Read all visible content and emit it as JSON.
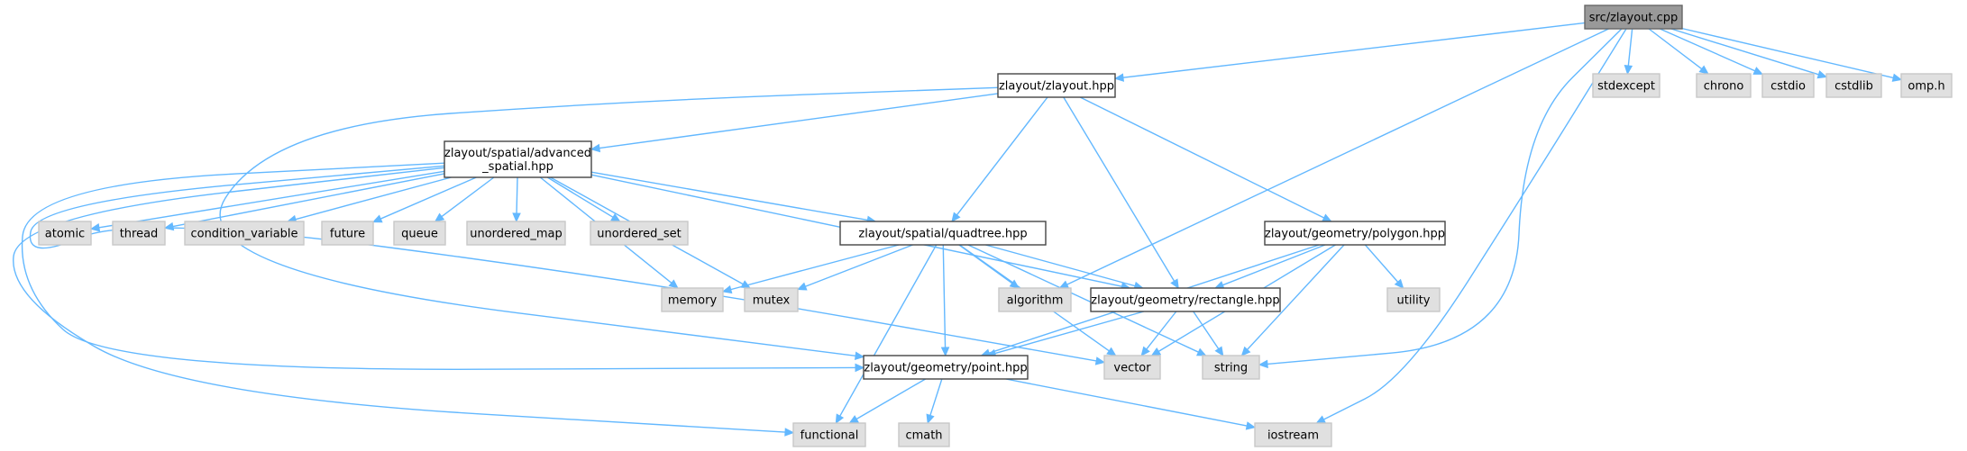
{
  "diagram": {
    "type": "include-dependency-graph",
    "colors": {
      "edge": "#63b8ff",
      "root_fill": "#999999",
      "file_fill": "#ffffff",
      "system_fill": "#e0e0e0",
      "border": "#444444"
    },
    "nodes": [
      {
        "id": "root",
        "kind": "root",
        "lines": [
          "src/zlayout.cpp"
        ]
      },
      {
        "id": "zlayout_hpp",
        "kind": "file",
        "lines": [
          "zlayout/zlayout.hpp"
        ]
      },
      {
        "id": "stdexcept",
        "kind": "sys",
        "lines": [
          "stdexcept"
        ]
      },
      {
        "id": "chrono",
        "kind": "sys",
        "lines": [
          "chrono"
        ]
      },
      {
        "id": "cstdio",
        "kind": "sys",
        "lines": [
          "cstdio"
        ]
      },
      {
        "id": "cstdlib",
        "kind": "sys",
        "lines": [
          "cstdlib"
        ]
      },
      {
        "id": "omp",
        "kind": "sys",
        "lines": [
          "omp.h"
        ]
      },
      {
        "id": "adv_spatial",
        "kind": "file",
        "lines": [
          "zlayout/spatial/advanced",
          "_spatial.hpp"
        ]
      },
      {
        "id": "atomic",
        "kind": "sys",
        "lines": [
          "atomic"
        ]
      },
      {
        "id": "thread",
        "kind": "sys",
        "lines": [
          "thread"
        ]
      },
      {
        "id": "cond_var",
        "kind": "sys",
        "lines": [
          "condition_variable"
        ]
      },
      {
        "id": "future",
        "kind": "sys",
        "lines": [
          "future"
        ]
      },
      {
        "id": "queue",
        "kind": "sys",
        "lines": [
          "queue"
        ]
      },
      {
        "id": "unordered_map",
        "kind": "sys",
        "lines": [
          "unordered_map"
        ]
      },
      {
        "id": "unordered_set",
        "kind": "sys",
        "lines": [
          "unordered_set"
        ]
      },
      {
        "id": "quadtree",
        "kind": "file",
        "lines": [
          "zlayout/spatial/quadtree.hpp"
        ]
      },
      {
        "id": "polygon",
        "kind": "file",
        "lines": [
          "zlayout/geometry/polygon.hpp"
        ]
      },
      {
        "id": "memory",
        "kind": "sys",
        "lines": [
          "memory"
        ]
      },
      {
        "id": "mutex",
        "kind": "sys",
        "lines": [
          "mutex"
        ]
      },
      {
        "id": "algorithm",
        "kind": "sys",
        "lines": [
          "algorithm"
        ]
      },
      {
        "id": "rectangle",
        "kind": "file",
        "lines": [
          "zlayout/geometry/rectangle.hpp"
        ]
      },
      {
        "id": "utility",
        "kind": "sys",
        "lines": [
          "utility"
        ]
      },
      {
        "id": "point",
        "kind": "file",
        "lines": [
          "zlayout/geometry/point.hpp"
        ]
      },
      {
        "id": "vector",
        "kind": "sys",
        "lines": [
          "vector"
        ]
      },
      {
        "id": "string",
        "kind": "sys",
        "lines": [
          "string"
        ]
      },
      {
        "id": "functional",
        "kind": "sys",
        "lines": [
          "functional"
        ]
      },
      {
        "id": "cmath",
        "kind": "sys",
        "lines": [
          "cmath"
        ]
      },
      {
        "id": "iostream",
        "kind": "sys",
        "lines": [
          "iostream"
        ]
      }
    ],
    "edges": [
      [
        "root",
        "zlayout_hpp"
      ],
      [
        "root",
        "stdexcept"
      ],
      [
        "root",
        "chrono"
      ],
      [
        "root",
        "cstdio"
      ],
      [
        "root",
        "cstdlib"
      ],
      [
        "root",
        "omp"
      ],
      [
        "root",
        "algorithm"
      ],
      [
        "root",
        "string"
      ],
      [
        "root",
        "iostream"
      ],
      [
        "zlayout_hpp",
        "adv_spatial"
      ],
      [
        "zlayout_hpp",
        "quadtree"
      ],
      [
        "zlayout_hpp",
        "polygon"
      ],
      [
        "zlayout_hpp",
        "rectangle"
      ],
      [
        "zlayout_hpp",
        "point"
      ],
      [
        "adv_spatial",
        "atomic"
      ],
      [
        "adv_spatial",
        "thread"
      ],
      [
        "adv_spatial",
        "cond_var"
      ],
      [
        "adv_spatial",
        "future"
      ],
      [
        "adv_spatial",
        "queue"
      ],
      [
        "adv_spatial",
        "unordered_map"
      ],
      [
        "adv_spatial",
        "unordered_set"
      ],
      [
        "adv_spatial",
        "quadtree"
      ],
      [
        "adv_spatial",
        "rectangle"
      ],
      [
        "adv_spatial",
        "memory"
      ],
      [
        "adv_spatial",
        "mutex"
      ],
      [
        "adv_spatial",
        "point"
      ],
      [
        "adv_spatial",
        "vector"
      ],
      [
        "adv_spatial",
        "functional"
      ],
      [
        "quadtree",
        "memory"
      ],
      [
        "quadtree",
        "mutex"
      ],
      [
        "quadtree",
        "algorithm"
      ],
      [
        "quadtree",
        "rectangle"
      ],
      [
        "quadtree",
        "point"
      ],
      [
        "quadtree",
        "vector"
      ],
      [
        "quadtree",
        "string"
      ],
      [
        "quadtree",
        "functional"
      ],
      [
        "polygon",
        "rectangle"
      ],
      [
        "polygon",
        "utility"
      ],
      [
        "polygon",
        "point"
      ],
      [
        "polygon",
        "vector"
      ],
      [
        "polygon",
        "string"
      ],
      [
        "rectangle",
        "point"
      ],
      [
        "rectangle",
        "vector"
      ],
      [
        "rectangle",
        "string"
      ],
      [
        "point",
        "functional"
      ],
      [
        "point",
        "cmath"
      ],
      [
        "point",
        "iostream"
      ]
    ]
  }
}
